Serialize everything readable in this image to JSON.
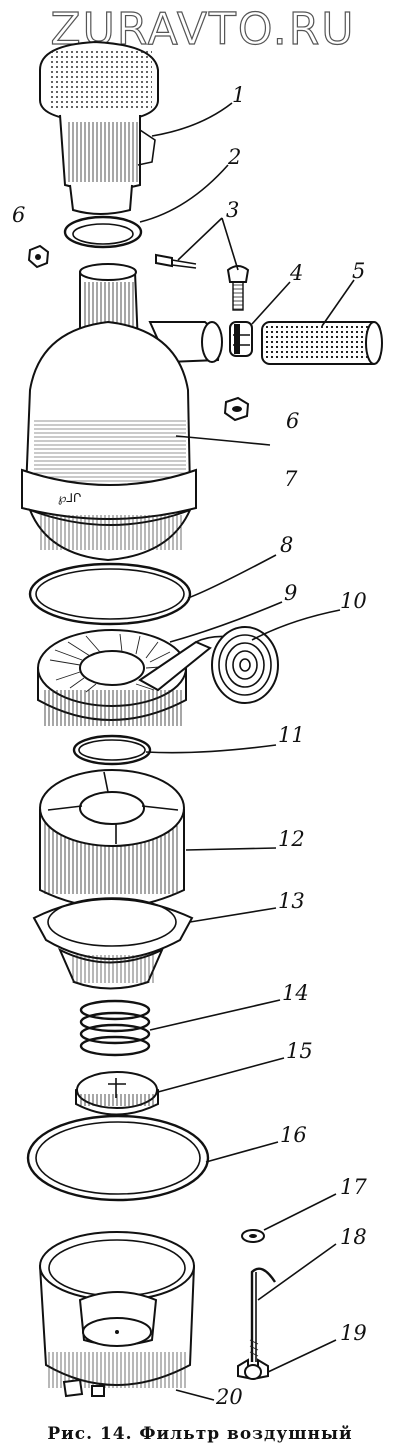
{
  "watermark": "ZURAVTO.RU",
  "caption": "Рис. 14. Фильтр воздушный",
  "labels": [
    "1",
    "2",
    "3",
    "4",
    "5",
    "6",
    "6",
    "7",
    "8",
    "9",
    "10",
    "11",
    "12",
    "13",
    "14",
    "15",
    "16",
    "17",
    "18",
    "19",
    "20"
  ]
}
